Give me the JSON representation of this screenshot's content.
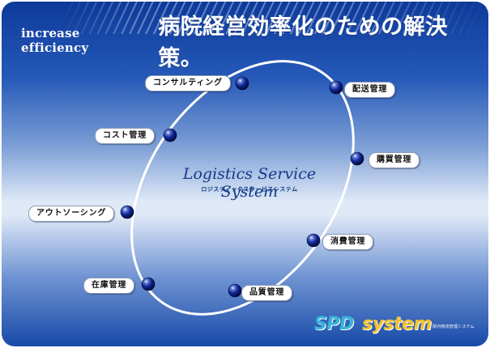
{
  "header": {
    "en": "increase efficiency",
    "jp": "病院経営効率化のための解決策。"
  },
  "center": {
    "title": "Logistics Service System",
    "subtitle": "ロジスティックスサービスシステム"
  },
  "nodes": [
    {
      "id": "consulting",
      "label": "コンサルティング"
    },
    {
      "id": "haiso",
      "label": "配送管理"
    },
    {
      "id": "konyu",
      "label": "購買管理"
    },
    {
      "id": "shohi",
      "label": "消費管理"
    },
    {
      "id": "hinshitsu",
      "label": "品質管理"
    },
    {
      "id": "zaiko",
      "label": "在庫管理"
    },
    {
      "id": "outsourcing",
      "label": "アウトソーシング"
    },
    {
      "id": "cost",
      "label": "コスト管理"
    }
  ],
  "logo": {
    "spd": "SPD",
    "system": "system",
    "note": "院内物流管理システム"
  },
  "colors": {
    "node": "#0a2a8a",
    "ring": "#ffffff",
    "title": "#123a86"
  }
}
